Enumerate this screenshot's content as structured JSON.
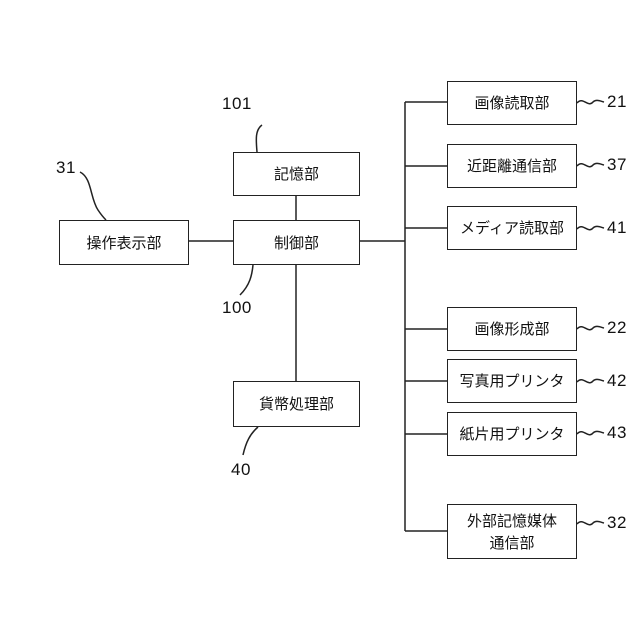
{
  "blocks": {
    "memory": "記憶部",
    "control": "制御部",
    "operation_display": "操作表示部",
    "currency_processing": "貨幣処理部",
    "image_reading": "画像読取部",
    "near_field_comm": "近距離通信部",
    "media_reading": "メディア読取部",
    "image_forming": "画像形成部",
    "photo_printer": "写真用プリンタ",
    "slip_printer": "紙片用プリンタ",
    "external_storage_line1": "外部記憶媒体",
    "external_storage_line2": "通信部"
  },
  "refs": {
    "memory": "101",
    "control": "100",
    "operation_display": "31",
    "currency_processing": "40",
    "image_reading": "21",
    "near_field_comm": "37",
    "media_reading": "41",
    "image_forming": "22",
    "photo_printer": "42",
    "slip_printer": "43",
    "external_storage": "32"
  }
}
